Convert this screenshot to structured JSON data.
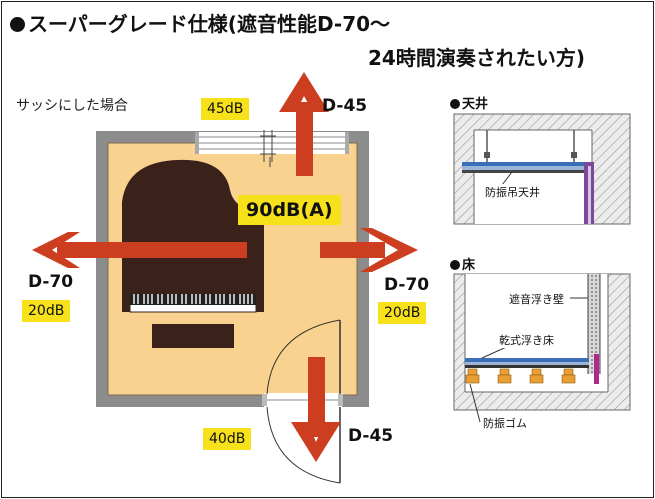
{
  "title": {
    "line1": "スーパーグレード仕様(遮音性能D-70～",
    "line2": "24時間演奏されたい方)"
  },
  "room": {
    "caption": "サッシにした場合",
    "source_level": "90dB(A)",
    "top": {
      "rating": "D-45",
      "level": "45dB"
    },
    "left": {
      "rating": "D-70",
      "level": "20dB"
    },
    "right": {
      "rating": "D-70",
      "level": "20dB"
    },
    "bottom": {
      "rating": "D-45",
      "level": "40dB"
    }
  },
  "ceiling_detail": {
    "heading": "天井",
    "label": "防振吊天井"
  },
  "floor_detail": {
    "heading": "床",
    "labels": {
      "wall": "遮音浮き壁",
      "floor": "乾式浮き床",
      "rubber": "防振ゴム"
    }
  },
  "colors": {
    "arrow": "#cc3e1f",
    "room_fill": "#f9d28f",
    "wall": "#8c8c8c",
    "piano": "#3a2119",
    "badge": "#f7e11b",
    "insulation": "#7a4a9a",
    "rubber": "#e8a035"
  }
}
